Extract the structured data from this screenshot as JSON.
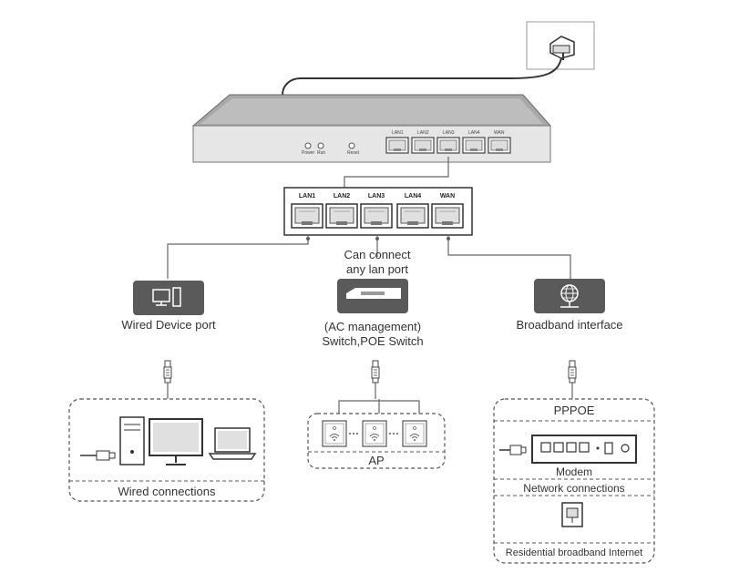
{
  "router": {
    "leds": [
      "Power",
      "Run",
      "Reset"
    ],
    "ports": [
      "LAN1",
      "LAN2",
      "LAN3",
      "LAN4",
      "WAN"
    ]
  },
  "panel": {
    "ports": [
      "LAN1",
      "LAN2",
      "LAN3",
      "LAN4",
      "WAN"
    ]
  },
  "note": {
    "line1": "Can connect",
    "line2": "any lan port"
  },
  "branches": {
    "wired": {
      "label": "Wired Device port",
      "box_label": "Wired connections"
    },
    "switch": {
      "label_line1": "(AC management)",
      "label_line2": "Switch,POE Switch",
      "box_label": "AP"
    },
    "broadband": {
      "label": "Broadband interface",
      "pppoe": "PPPOE",
      "modem": "Modem",
      "network": "Network connections",
      "residential": "Residential broadband Internet"
    }
  },
  "colors": {
    "line": "#555555",
    "icon_bg": "#5a5a5a",
    "router_body": "#e6e6e6"
  }
}
